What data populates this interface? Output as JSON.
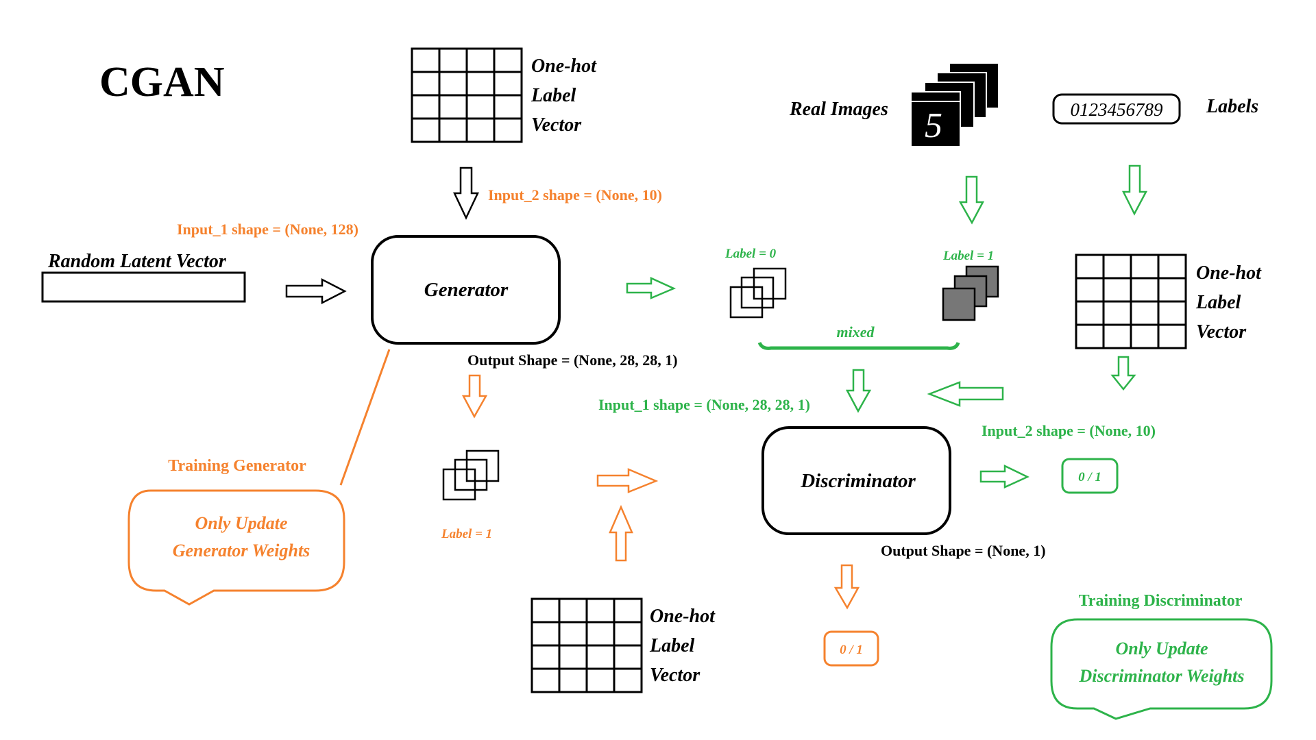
{
  "title": "CGAN",
  "top_grid": {
    "lines": [
      "One-hot",
      "Label",
      "Vector"
    ]
  },
  "right_grid": {
    "lines": [
      "One-hot",
      "Label",
      "Vector"
    ]
  },
  "bottom_grid": {
    "lines": [
      "One-hot",
      "Label",
      "Vector"
    ]
  },
  "real_images": {
    "label": "Real Images",
    "digit": "5"
  },
  "labels_box": {
    "text": "0123456789",
    "label": "Labels"
  },
  "latent": {
    "label": "Random Latent Vector"
  },
  "generator": {
    "label": "Generator",
    "input1": "Input_1 shape = (None, 128)",
    "input2": "Input_2 shape = (None, 10)",
    "output": "Output Shape = (None, 28, 28, 1)"
  },
  "discriminator": {
    "label": "Discriminator",
    "input1": "Input_1 shape = (None, 28, 28, 1)",
    "input2": "Input_2 shape = (None, 10)",
    "output": "Output Shape = (None, 1)"
  },
  "fake_stack": {
    "label": "Label = 0"
  },
  "real_stack": {
    "label": "Label = 1"
  },
  "mixed": "mixed",
  "gen_stack": {
    "label": "Label = 1"
  },
  "out_green": "0 / 1",
  "out_orange": "0 / 1",
  "training_generator": {
    "title": "Training Generator",
    "lines": [
      "Only Update",
      "Generator Weights"
    ]
  },
  "training_discriminator": {
    "title": "Training Discriminator",
    "lines": [
      "Only Update",
      "Discriminator Weights"
    ]
  },
  "colors": {
    "orange": "#F5822E",
    "green": "#2DB34A",
    "black": "#000000"
  }
}
